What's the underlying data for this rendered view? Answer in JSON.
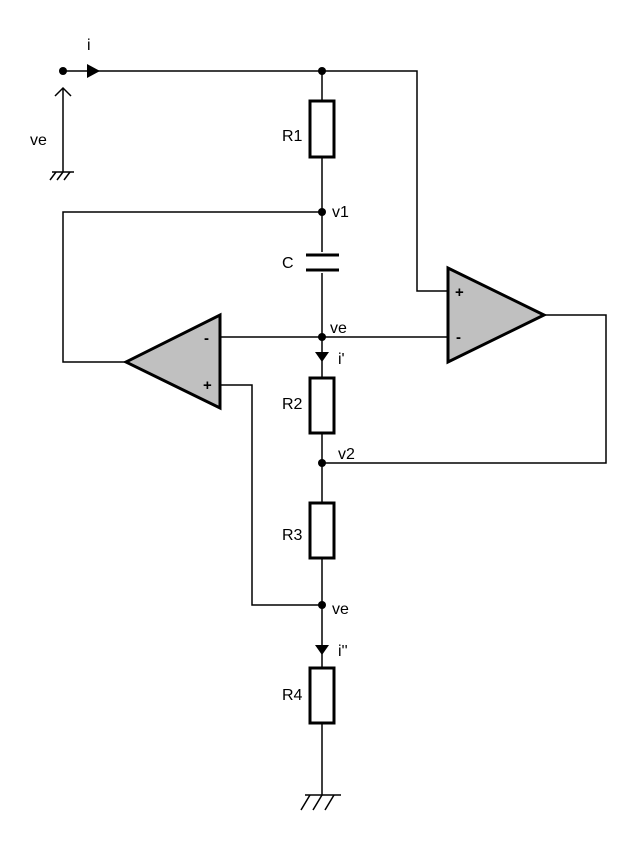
{
  "labels": {
    "current_in": "i",
    "source_voltage": "ve",
    "r1": "R1",
    "r2": "R2",
    "r3": "R3",
    "r4": "R4",
    "capacitor": "C",
    "node_v1": "v1",
    "node_ve_mid": "ve",
    "node_v2": "v2",
    "node_ve_low": "ve",
    "current_i_prime": "i'",
    "current_i_double_prime": "i''"
  },
  "opamp_left": {
    "inverting": "-",
    "noninverting": "+"
  },
  "opamp_right": {
    "noninverting": "+",
    "inverting": "-"
  },
  "colors": {
    "opamp_fill": "#c0c0c0",
    "line": "#000000",
    "background": "#ffffff"
  }
}
